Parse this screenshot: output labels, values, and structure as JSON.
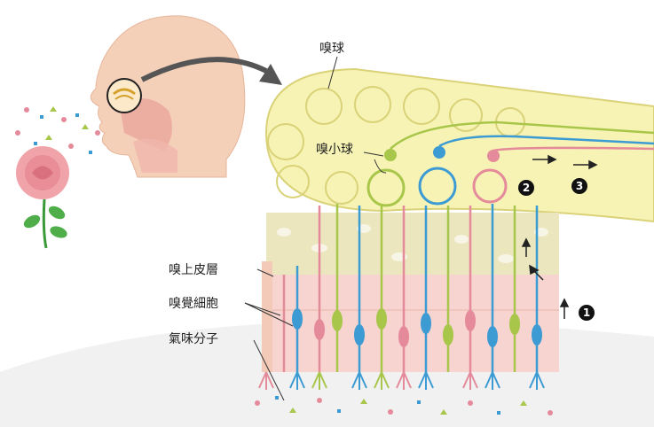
{
  "labels": {
    "bulb": "嗅球",
    "glomerulus": "嗅小球",
    "epithelium": "嗅上皮層",
    "receptor_cells": "嗅覺細胞",
    "odor_molecules": "氣味分子"
  },
  "markers": {
    "m1": "1",
    "m2": "2",
    "m3": "3"
  },
  "colors": {
    "bulb": "#f7f3b4",
    "bulb_stroke": "#d9d278",
    "green": "#a8c64a",
    "blue": "#3d9bd3",
    "pink": "#e58a9a",
    "skin": "#f3c9b8",
    "epithelium": "#f7d4cf",
    "bone": "#ece6bf"
  }
}
